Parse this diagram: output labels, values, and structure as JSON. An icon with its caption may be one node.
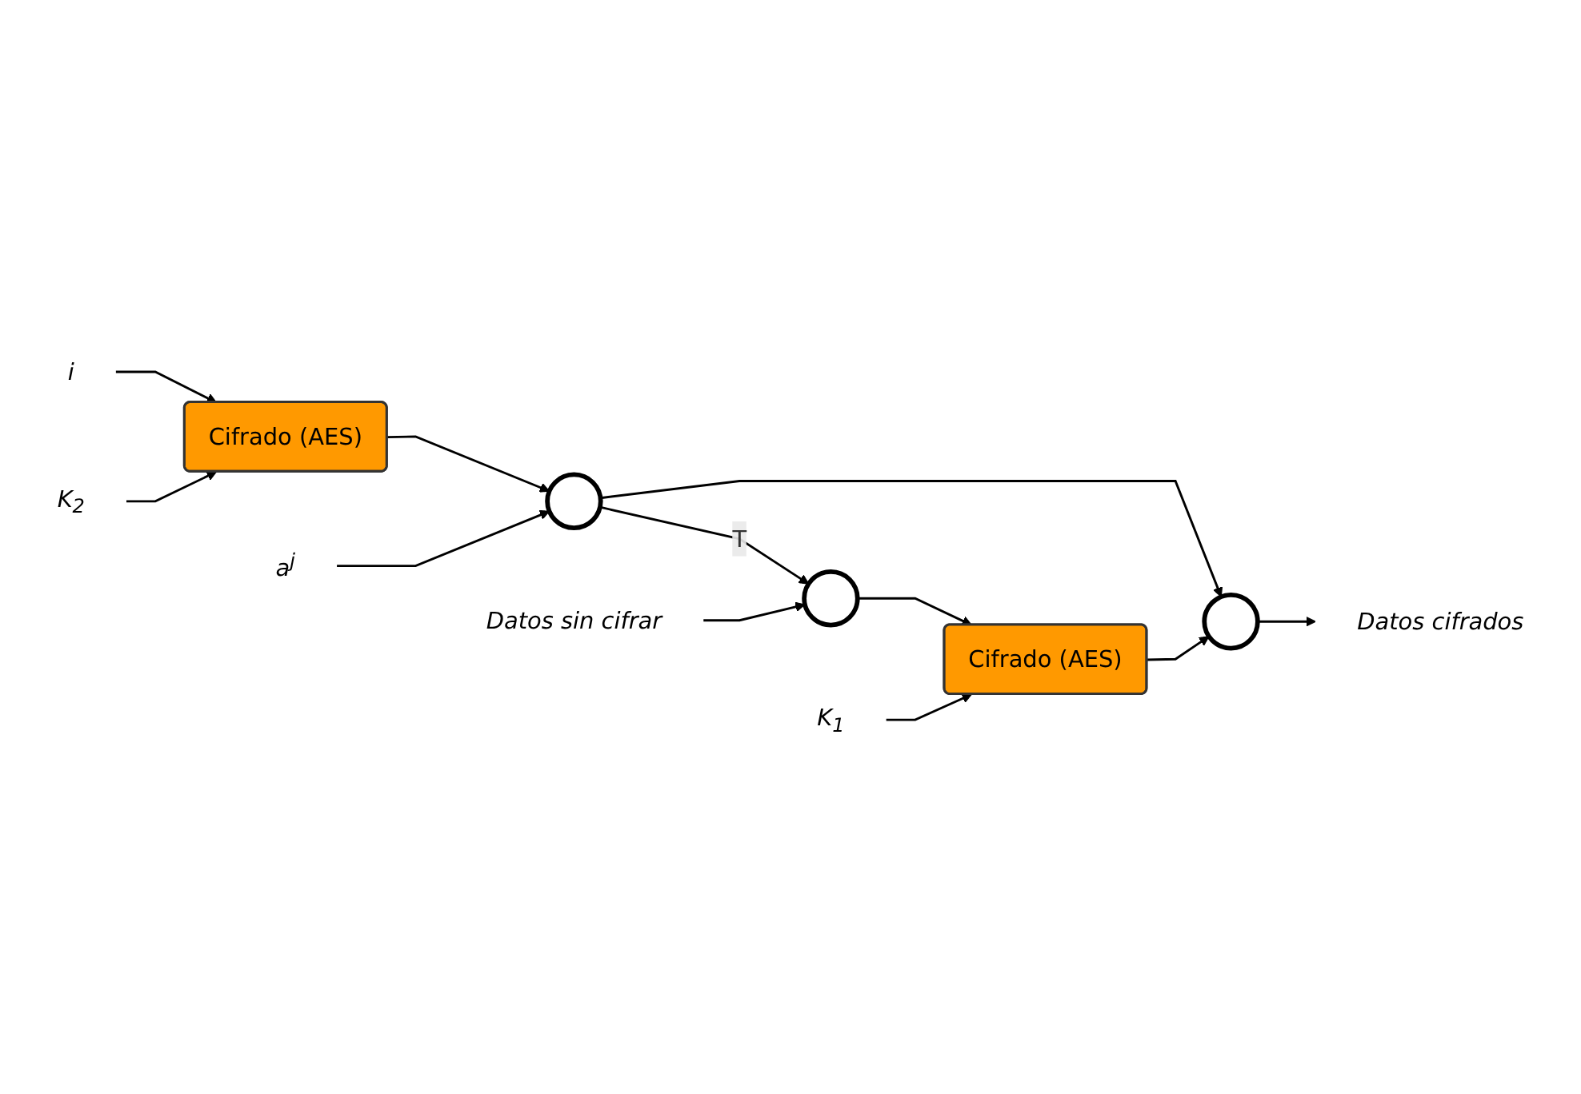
{
  "diagram": {
    "nodes": [
      {
        "text": [
          "i"
        ]
      },
      {
        "text": [
          "K$_{2}$"
        ]
      },
      {
        "text": [
          "Cifrado (AES)"
        ]
      },
      {
        "text": [
          "a$^{j}$"
        ]
      },
      {
        "text": [],
        "shape": "circle"
      },
      {
        "text": [
          "Datos sin cifrar"
        ]
      },
      {
        "text": [],
        "shape": "circle"
      },
      {
        "text": [
          "Cifrado (AES)"
        ]
      },
      {
        "text": [
          "K$_{1}$"
        ]
      },
      {
        "text": [],
        "shape": "circle"
      },
      {
        "text": [
          "Datos cifrados"
        ]
      }
    ],
    "edges": [
      {
        "from": 0,
        "to": 2,
        "arrow": "to"
      },
      {
        "from": 1,
        "to": 2,
        "arrow": "to"
      },
      {
        "from": 2,
        "to": 4,
        "arrow": "to"
      },
      {
        "from": 3,
        "to": 4,
        "arrow": "to"
      },
      {
        "from": 4,
        "to": 6,
        "arrow": "to",
        "label": "T"
      },
      {
        "from": 4,
        "to": 9,
        "arrow": "to"
      },
      {
        "from": 5,
        "to": 6,
        "arrow": "to"
      },
      {
        "from": 6,
        "to": 7,
        "arrow": "to"
      },
      {
        "from": 8,
        "to": 7,
        "arrow": "to"
      },
      {
        "from": 7,
        "to": 9,
        "arrow": "to"
      },
      {
        "from": 9,
        "to": 10,
        "arrow": "to"
      }
    ]
  }
}
